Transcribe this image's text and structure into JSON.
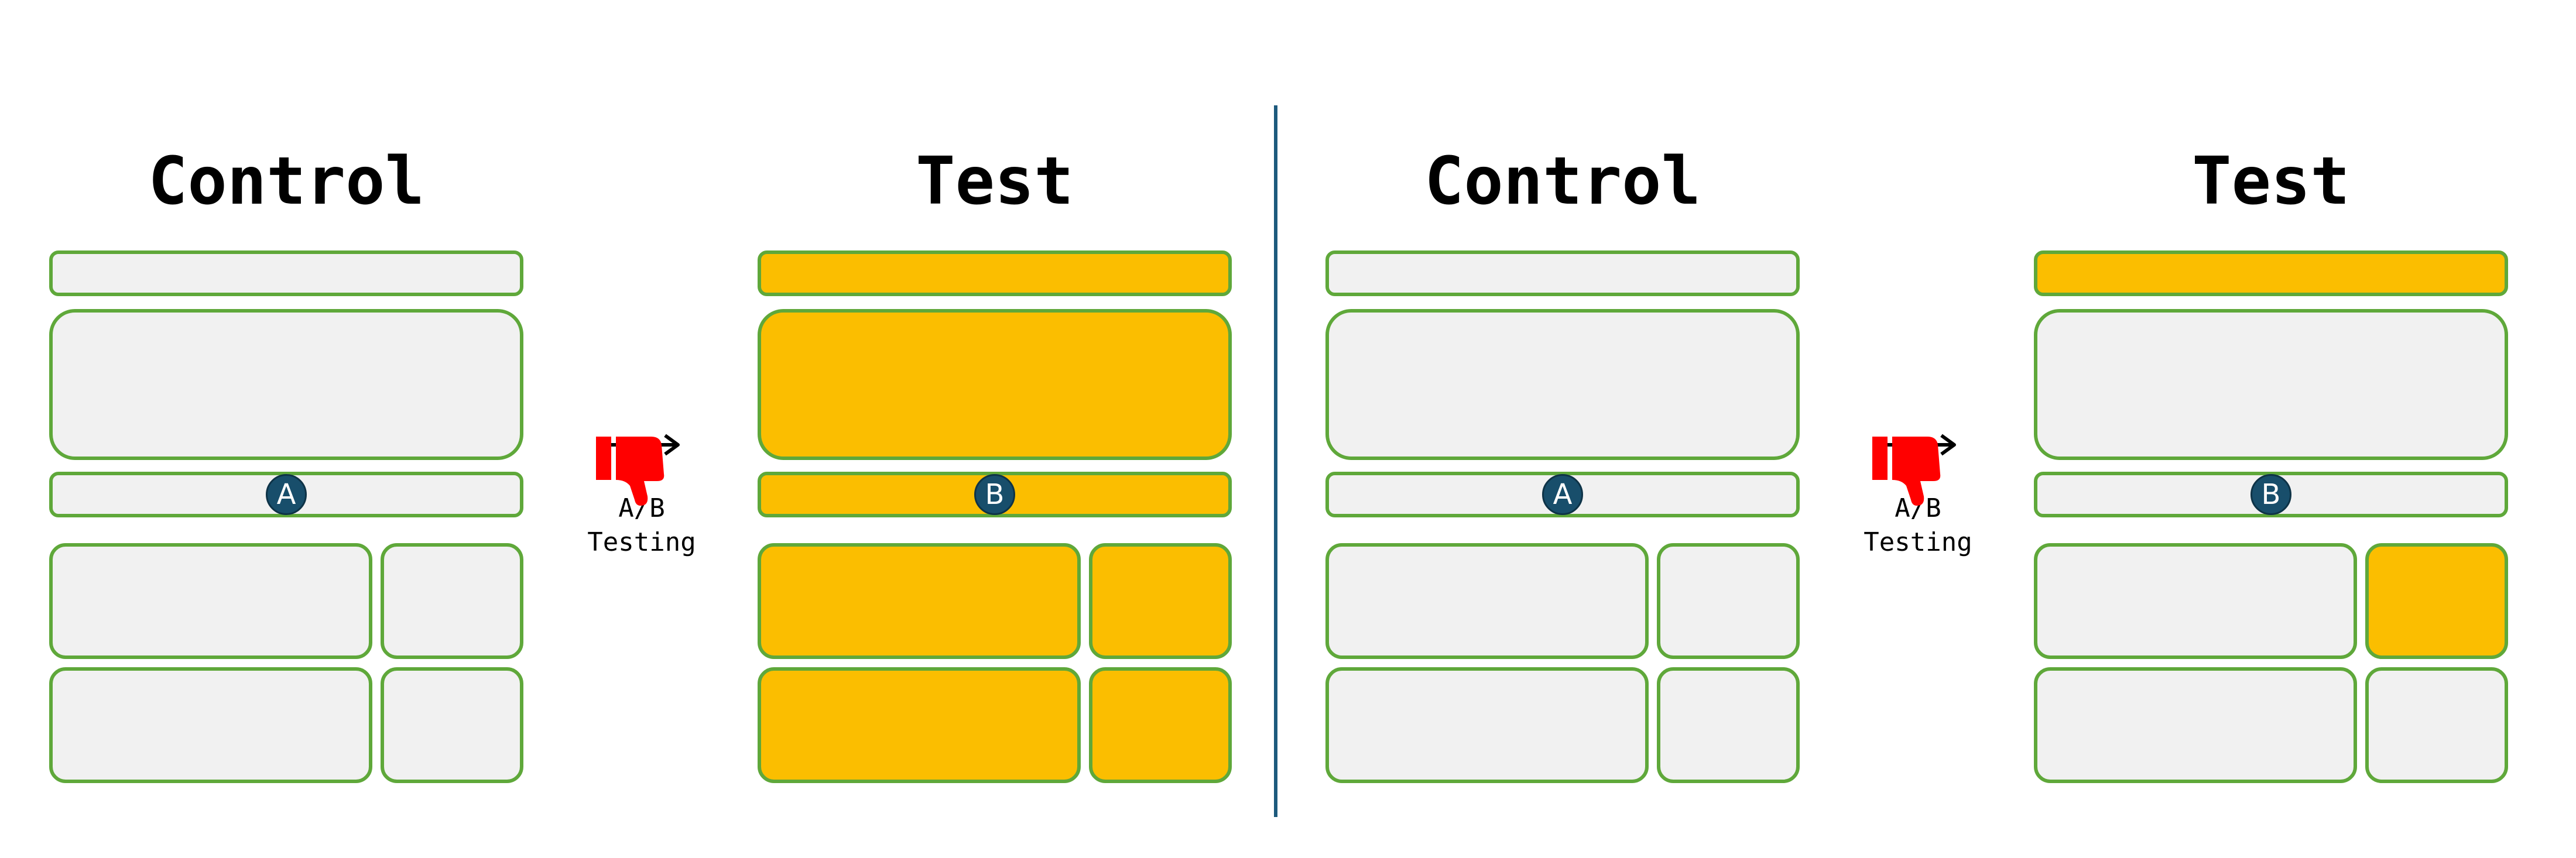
{
  "colors": {
    "changed_fill": "#fbbe00",
    "unchanged_fill": "#f1f1f1",
    "block_border": "#5fa83a",
    "badge_fill": "#184e6b",
    "divider": "#1d5a7d",
    "thumbs_down": "#ff0000"
  },
  "scenarios": [
    {
      "control": {
        "title": "Control",
        "badge": "A"
      },
      "connector": {
        "line1": "A/B",
        "line2": "Testing",
        "result_icon": "thumbs-down-icon"
      },
      "test": {
        "title": "Test",
        "badge": "B",
        "changed_blocks": [
          "nav",
          "hero",
          "bar",
          "content-1",
          "content-2",
          "content-3",
          "content-4"
        ]
      }
    },
    {
      "control": {
        "title": "Control",
        "badge": "A"
      },
      "connector": {
        "line1": "A/B",
        "line2": "Testing",
        "result_icon": "thumbs-down-icon"
      },
      "test": {
        "title": "Test",
        "badge": "B",
        "changed_blocks": [
          "nav",
          "content-2"
        ]
      }
    }
  ]
}
